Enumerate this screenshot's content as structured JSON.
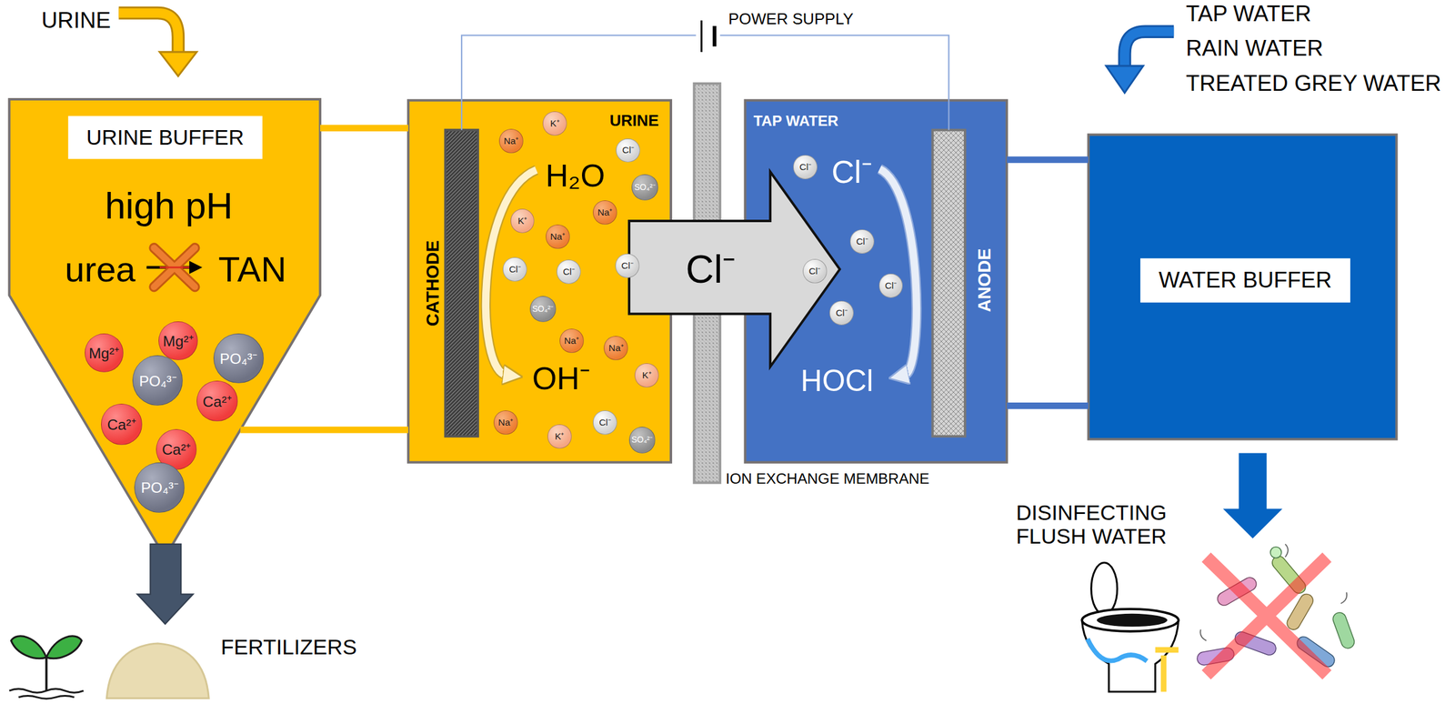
{
  "diagram": {
    "nodes": [
      {
        "text": [
          "URINE BUFFER",
          "high pH",
          "urea",
          "TAN"
        ]
      },
      {
        "text": [
          "Mg²⁺"
        ],
        "in": 0
      },
      {
        "text": [
          "Mg²⁺"
        ],
        "in": 0
      },
      {
        "text": [
          "PO₄³⁻"
        ],
        "in": 0
      },
      {
        "text": [
          "PO₄³⁻"
        ],
        "in": 0
      },
      {
        "text": [
          "Ca²⁺"
        ],
        "in": 0
      },
      {
        "text": [
          "Ca²⁺"
        ],
        "in": 0
      },
      {
        "text": [
          "Ca²⁺"
        ],
        "in": 0
      },
      {
        "text": [
          "PO₄³⁻"
        ],
        "in": 0
      },
      {
        "text": [
          "URINE",
          "H₂O",
          "OH⁻"
        ]
      },
      {
        "text": [
          "CATHODE"
        ],
        "in": 9
      },
      {
        "text": [
          "K⁺"
        ],
        "in": 9
      },
      {
        "text": [
          "Na⁺"
        ],
        "in": 9
      },
      {
        "text": [
          "Cl⁻"
        ],
        "in": 9
      },
      {
        "text": [
          "SO₄²⁻"
        ],
        "in": 9
      },
      {
        "text": [
          "Na⁺"
        ],
        "in": 9
      },
      {
        "text": [
          "K⁺"
        ],
        "in": 9
      },
      {
        "text": [
          "Na⁺"
        ],
        "in": 9
      },
      {
        "text": [
          "Cl⁻"
        ],
        "in": 9
      },
      {
        "text": [
          "Cl⁻"
        ],
        "in": 9
      },
      {
        "text": [
          "Cl⁻"
        ],
        "in": 9
      },
      {
        "text": [
          "SO₄²⁻"
        ],
        "in": 9
      },
      {
        "text": [
          "Na⁺"
        ],
        "in": 9
      },
      {
        "text": [
          "Na⁺"
        ],
        "in": 9
      },
      {
        "text": [
          "K⁺"
        ],
        "in": 9
      },
      {
        "text": [
          "Na⁺"
        ],
        "in": 9
      },
      {
        "text": [
          "Cl⁻"
        ],
        "in": 9
      },
      {
        "text": [
          "K⁺"
        ],
        "in": 9
      },
      {
        "text": [
          "SO₄²⁻"
        ],
        "in": 9
      },
      {
        "text": [
          "ION EXCHANGE MEMBRANE"
        ]
      },
      {
        "text": [
          "Cl⁻"
        ]
      },
      {
        "text": [
          "TAP WATER",
          "Cl⁻",
          "HOCl"
        ]
      },
      {
        "text": [
          "Cl⁻"
        ],
        "in": 31
      },
      {
        "text": [
          "Cl⁻"
        ],
        "in": 31
      },
      {
        "text": [
          "Cl⁻"
        ],
        "in": 31
      },
      {
        "text": [
          "Cl⁻"
        ],
        "in": 31
      },
      {
        "text": [
          "Cl⁻"
        ],
        "in": 31
      },
      {
        "text": [
          "ANODE"
        ],
        "in": 31
      },
      {
        "text": [
          "WATER BUFFER"
        ]
      }
    ],
    "edges": [
      {
        "from": 0,
        "to": 9,
        "arrow": "none"
      },
      {
        "from": 0,
        "to": 9,
        "arrow": "none"
      },
      {
        "from": 31,
        "to": 38,
        "arrow": "none"
      },
      {
        "from": 31,
        "to": 38,
        "arrow": "none"
      },
      {
        "from": 10,
        "to": 37,
        "arrow": "none",
        "label": "POWER SUPPLY"
      }
    ],
    "labels": [
      "URINE",
      "TAP WATER",
      "RAIN WATER",
      "TREATED GREY WATER",
      "FERTILIZERS",
      "DISINFECTING FLUSH WATER"
    ]
  }
}
